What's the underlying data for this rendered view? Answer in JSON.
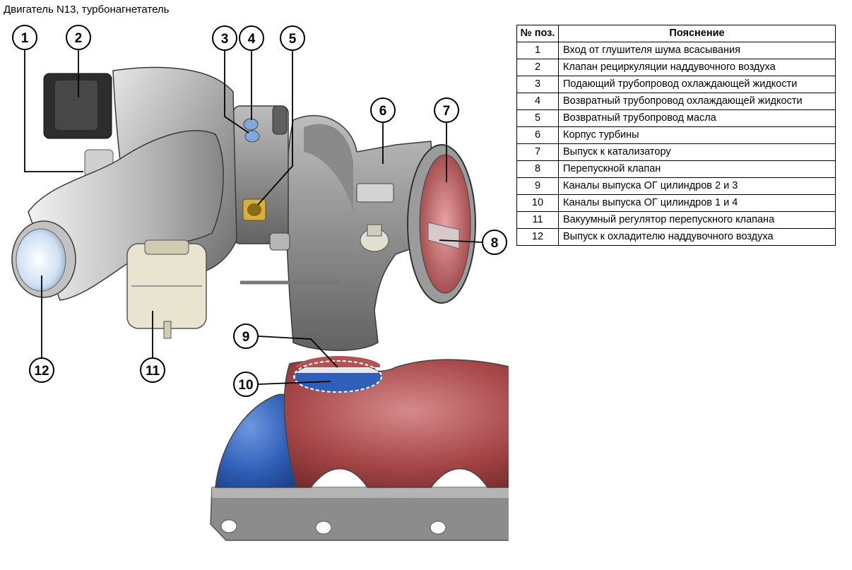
{
  "title": "Двигатель N13, турбонагнетатель",
  "legend": {
    "header_num": "№ поз.",
    "header_desc": "Пояснение",
    "rows": [
      {
        "num": "1",
        "desc": "Вход от глушителя шума всасывания"
      },
      {
        "num": "2",
        "desc": "Клапан рециркуляции наддувочного воздуха"
      },
      {
        "num": "3",
        "desc": "Подающий трубопровод охлаждающей жидкости"
      },
      {
        "num": "4",
        "desc": "Возвратный трубопровод охлаждающей жидкости"
      },
      {
        "num": "5",
        "desc": "Возвратный трубопровод масла"
      },
      {
        "num": "6",
        "desc": "Корпус турбины"
      },
      {
        "num": "7",
        "desc": "Выпуск к катализатору"
      },
      {
        "num": "8",
        "desc": "Перепускной клапан"
      },
      {
        "num": "9",
        "desc": "Каналы выпуска ОГ цилиндров 2 и 3"
      },
      {
        "num": "10",
        "desc": "Каналы выпуска ОГ цилиндров 1 и 4"
      },
      {
        "num": "11",
        "desc": "Вакуумный регулятор перепускного клапана"
      },
      {
        "num": "12",
        "desc": "Выпуск к охладителю наддувочного воздуха"
      }
    ]
  },
  "callouts": [
    "1",
    "2",
    "3",
    "4",
    "5",
    "6",
    "7",
    "8",
    "9",
    "10",
    "11",
    "12"
  ],
  "colors": {
    "metal": "#a9a9a9",
    "metal_dark": "#6e6e6e",
    "exhaust_red": "#a8484a",
    "exhaust_blue": "#2f5fb8",
    "actuator": "#e8e4cf"
  }
}
